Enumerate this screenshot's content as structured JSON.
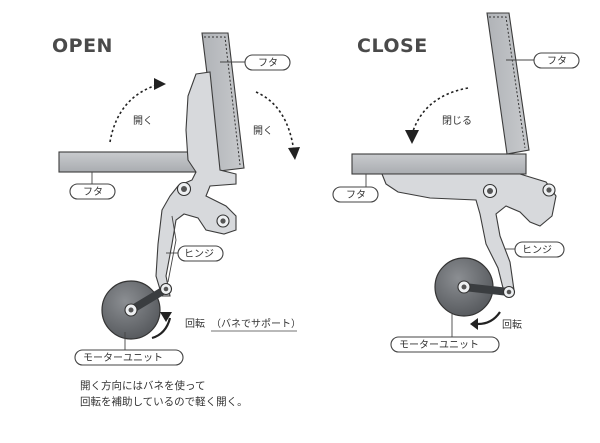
{
  "open": {
    "heading": "OPEN",
    "lid_label_top": "フタ",
    "lid_label_left": "フタ",
    "open_arrow_left": "開く",
    "open_arrow_right": "開く",
    "hinge_label": "ヒンジ",
    "rotation_label": "回転",
    "spring_note": "（バネでサポート）",
    "motor_label": "モーターユニット",
    "caption_line1": "開く方向にはバネを使って",
    "caption_line2": "回転を補助しているので軽く開く。"
  },
  "close": {
    "heading": "CLOSE",
    "lid_label_top": "フタ",
    "lid_label_left": "フタ",
    "close_arrow": "閉じる",
    "hinge_label": "ヒンジ",
    "rotation_label": "回転",
    "motor_label": "モーターユニット"
  },
  "colors": {
    "steel": "#b9bcc0",
    "body": "#d7d9dc",
    "motor": "#6b6e72",
    "outline": "#3c3c3c"
  }
}
